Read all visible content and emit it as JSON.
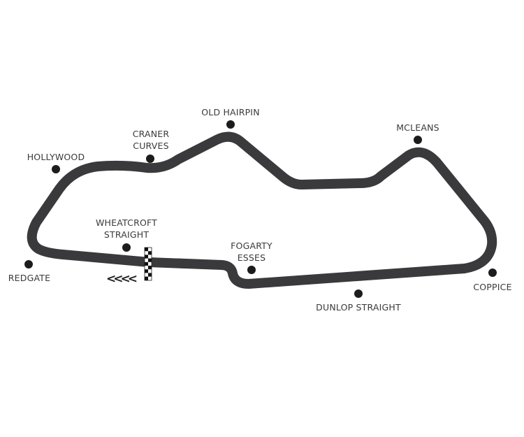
{
  "colors": {
    "track": "#3a3a3c",
    "marker": "#1c1c1c",
    "label": "#3a3a3a"
  },
  "direction_arrows": "<<<<",
  "corners": [
    {
      "id": "old-hairpin",
      "lines": [
        "OLD HAIRPIN"
      ]
    },
    {
      "id": "craner-curves",
      "lines": [
        "CRANER",
        "CURVES"
      ]
    },
    {
      "id": "hollywood",
      "lines": [
        "HOLLYWOOD"
      ]
    },
    {
      "id": "wheatcroft-straight",
      "lines": [
        "WHEATCROFT",
        "STRAIGHT"
      ]
    },
    {
      "id": "redgate",
      "lines": [
        "REDGATE"
      ]
    },
    {
      "id": "fogarty-esses",
      "lines": [
        "FOGARTY",
        "ESSES"
      ]
    },
    {
      "id": "mcleans",
      "lines": [
        "MCLEANS"
      ]
    },
    {
      "id": "coppice",
      "lines": [
        "COPPICE"
      ]
    },
    {
      "id": "dunlop-straight",
      "lines": [
        "DUNLOP STRAIGHT"
      ]
    }
  ],
  "start_finish_icon": "checkered-flag"
}
